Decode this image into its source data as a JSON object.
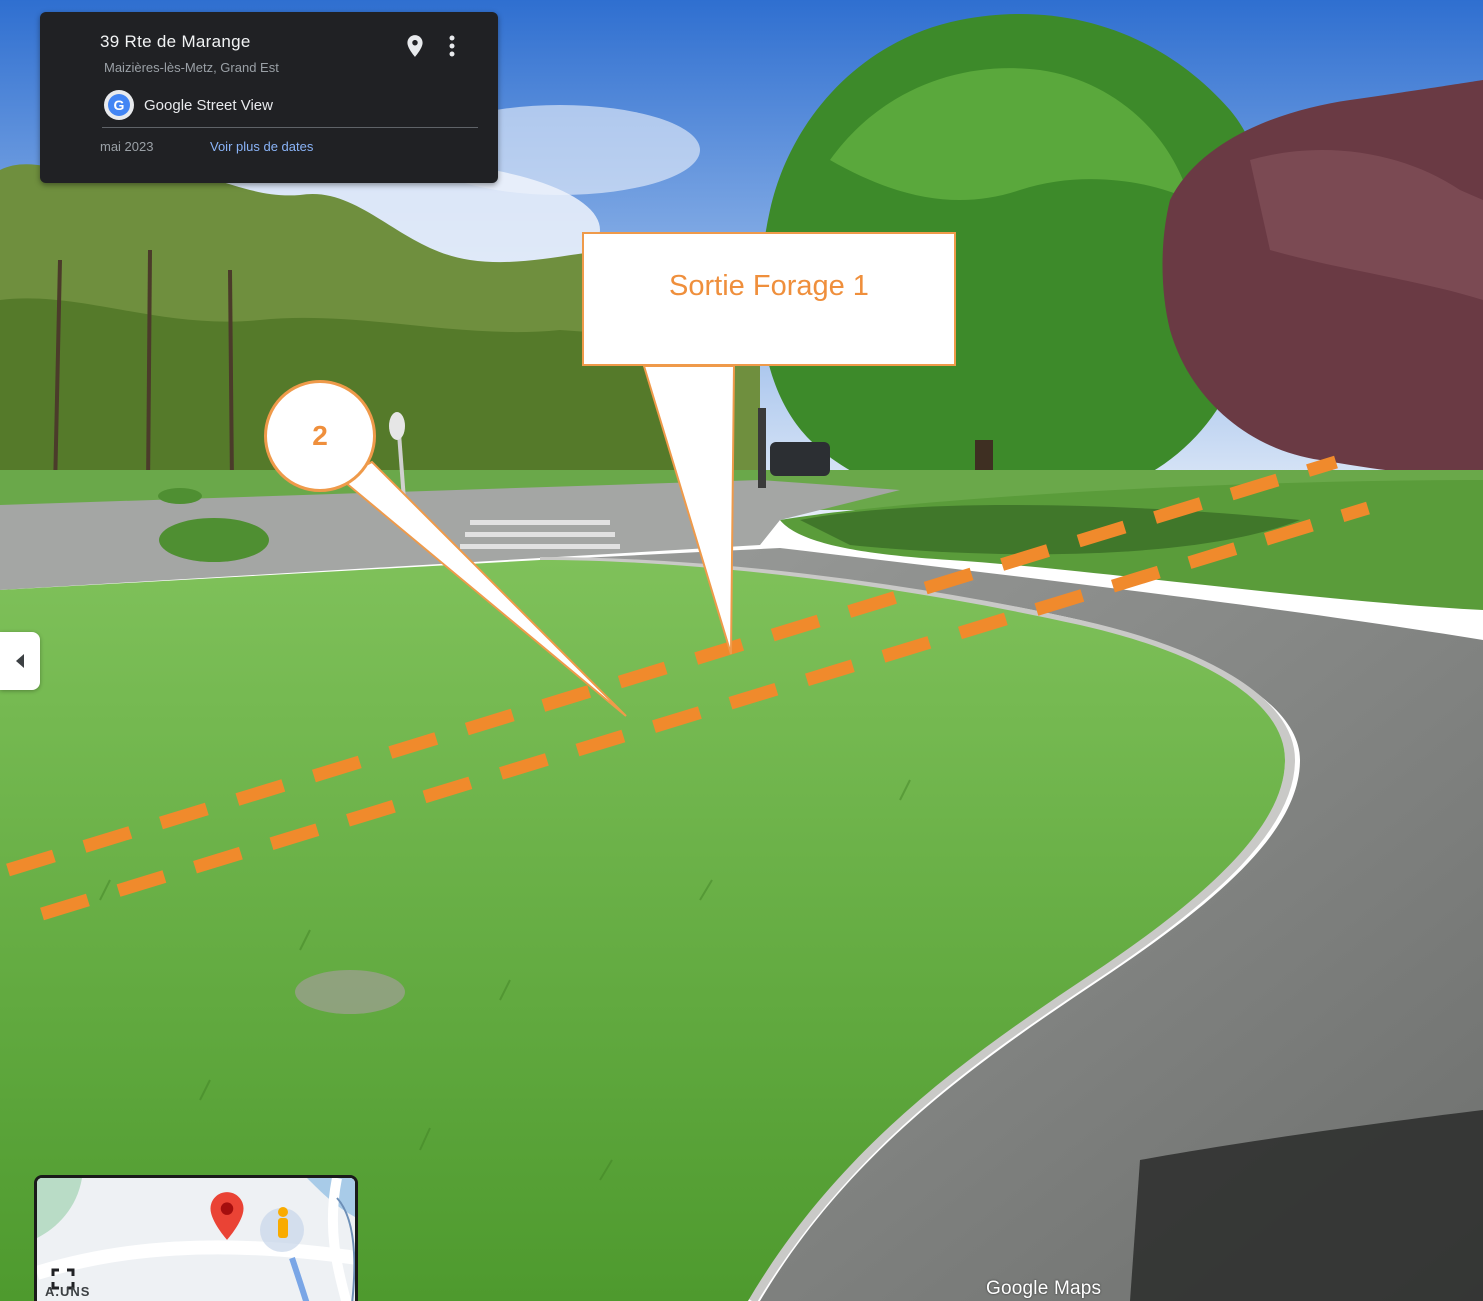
{
  "info_card": {
    "address": "39 Rte de Marange",
    "locality": "Maizières-lès-Metz, Grand Est",
    "brand": "Google Street View",
    "brand_logo_letter": "G",
    "date": "mai 2023",
    "more_dates_link": "Voir plus de dates",
    "pin_icon": "location-pin-icon",
    "menu_icon": "more-vert-icon"
  },
  "annotations": {
    "callout_label": "Sortie Forage 1",
    "marker_label": "2",
    "color": "#ef8f3c"
  },
  "minimap": {
    "corner_label": "A.UNS",
    "marker_icon": "red-map-pin-icon",
    "pegman_icon": "pegman-icon",
    "expand_icon": "expand-icon"
  },
  "watermark": "Google Maps",
  "side_toggle": {
    "icon": "collapse-left-icon"
  }
}
